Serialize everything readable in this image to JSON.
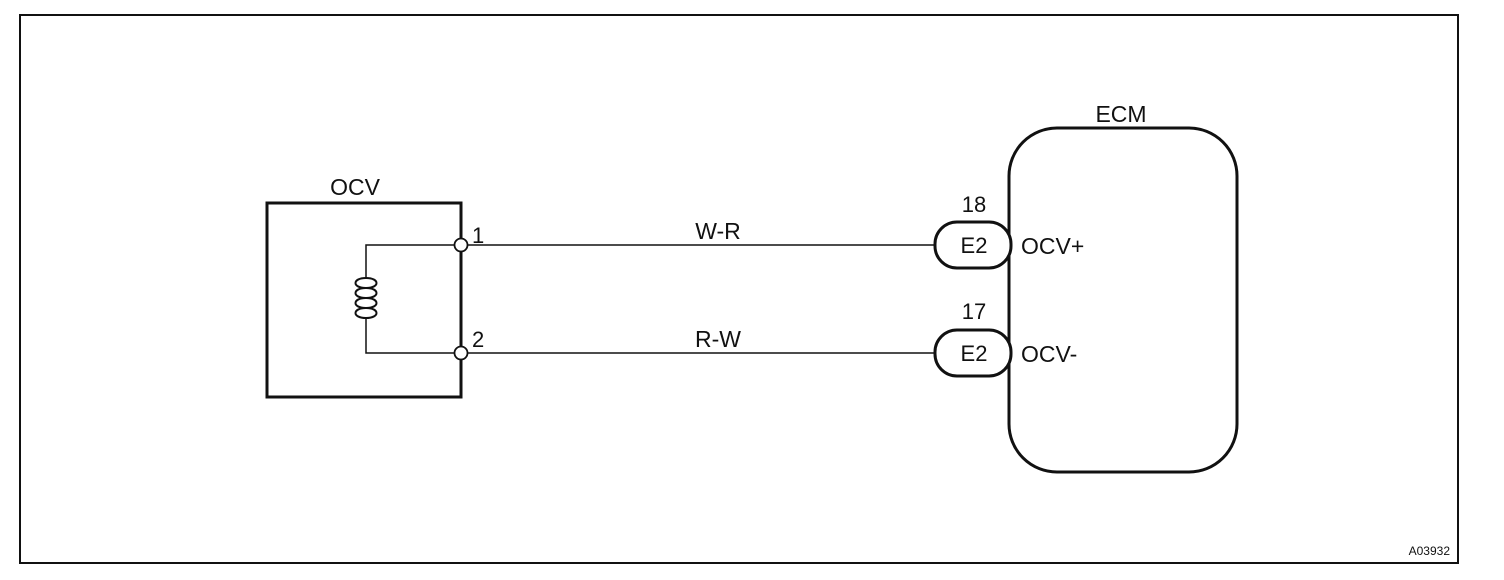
{
  "components": {
    "ocv": {
      "label": "OCV"
    },
    "ecm": {
      "label": "ECM"
    }
  },
  "ocv_pins": {
    "pin1": "1",
    "pin2": "2"
  },
  "wires": {
    "w1": "W-R",
    "w2": "R-W"
  },
  "ecm_pins": {
    "top": {
      "number": "18",
      "connector": "E2",
      "signal": "OCV+"
    },
    "bottom": {
      "number": "17",
      "connector": "E2",
      "signal": "OCV-"
    }
  },
  "reference_code": "A03932"
}
